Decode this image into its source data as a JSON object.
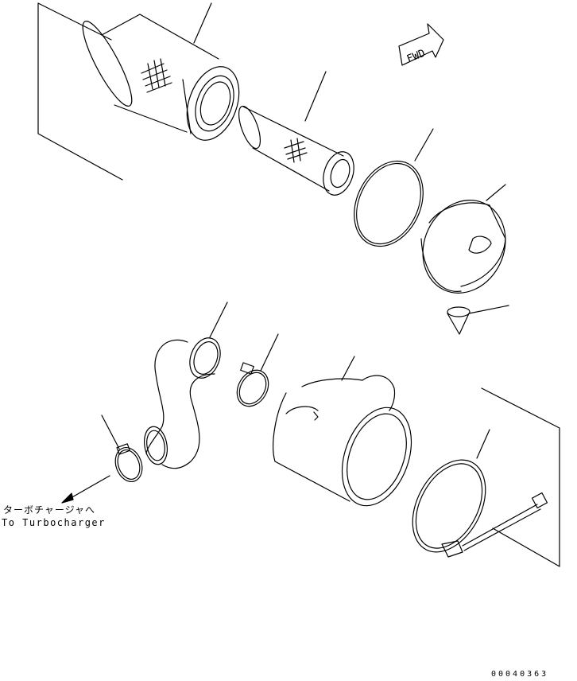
{
  "direction_label": "FWD",
  "destination": {
    "jp": "ターボチャージャへ",
    "en": "To Turbocharger"
  },
  "drawing_code": "00040363"
}
